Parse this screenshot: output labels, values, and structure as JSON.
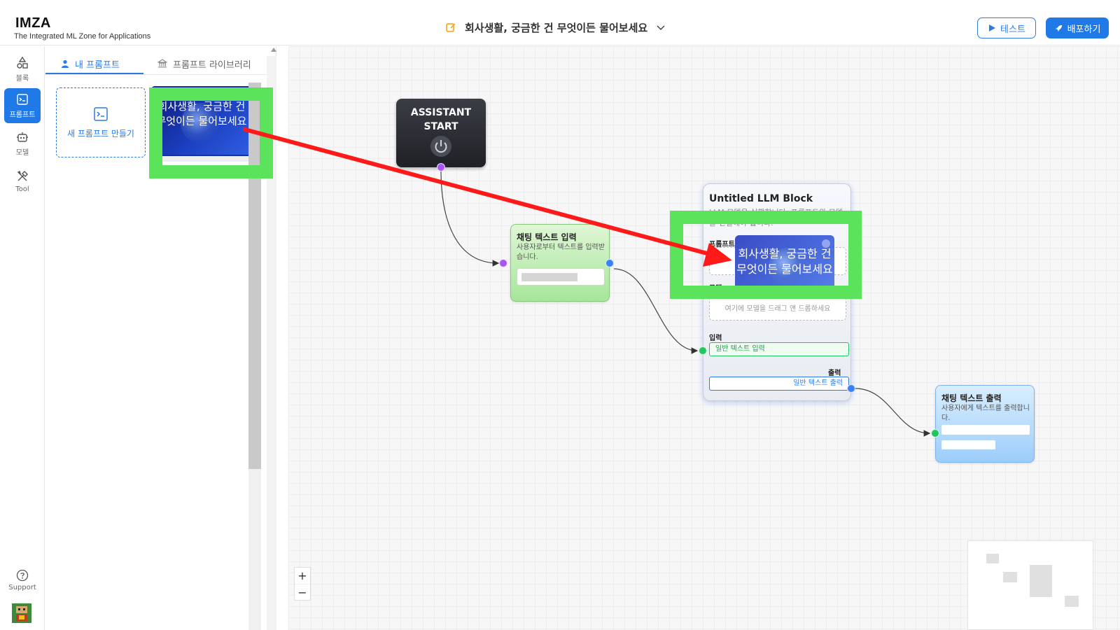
{
  "app": {
    "logo": "IMZA",
    "tagline": "The Integrated ML Zone for Applications",
    "title": "회사생활, 궁금한 건 무엇이든 물어보세요",
    "test_button": "테스트",
    "deploy_button": "배포하기"
  },
  "rail": {
    "items": [
      {
        "label": "블록",
        "icon": "shapes-icon"
      },
      {
        "label": "프롬프트",
        "icon": "terminal-icon",
        "active": true
      },
      {
        "label": "모델",
        "icon": "robot-icon"
      },
      {
        "label": "Tool",
        "icon": "tools-icon"
      }
    ],
    "support": "Support"
  },
  "panel": {
    "tabs": {
      "my": "내 프롬프트",
      "library": "프롬프트 라이브러리"
    },
    "new_prompt": "새 프롬프트 만들기",
    "prompt_card_text": "회사생활, 궁금한 건 무엇이든 물어보세요"
  },
  "canvas": {
    "start": {
      "line1": "ASSISTANT",
      "line2": "START"
    },
    "chat_input": {
      "title": "채팅 텍스트 입력",
      "desc": "사용자로부터 텍스트를 입력받습니다."
    },
    "llm": {
      "title": "Untitled LLM Block",
      "desc": "LLM 모델을 실행합니다. 프롬프트와 모델을 연결해야 합니다.",
      "prompt_label": "프롬프트",
      "model_label": "모델",
      "model_placeholder": "여기에 모델을 드래그 앤 드롭하세요",
      "input_label": "입력",
      "input_value": "일반 텍스트 입력",
      "output_label": "출력",
      "output_value": "일반 텍스트 출력"
    },
    "drag_ghost_text": "회사생활, 궁금한 건 무엇이든 물어보세요",
    "chat_output": {
      "title": "채팅 텍스트 출력",
      "desc": "사용자에게 텍스트를 출력합니다."
    },
    "zoom": {
      "in": "+",
      "out": "−"
    }
  },
  "colors": {
    "accent": "#1f7ae8",
    "highlight": "#5be35b",
    "arrow": "#ff1a1a",
    "port_purple": "#a855f7",
    "port_blue": "#3b82f6",
    "port_green": "#22c55e"
  }
}
